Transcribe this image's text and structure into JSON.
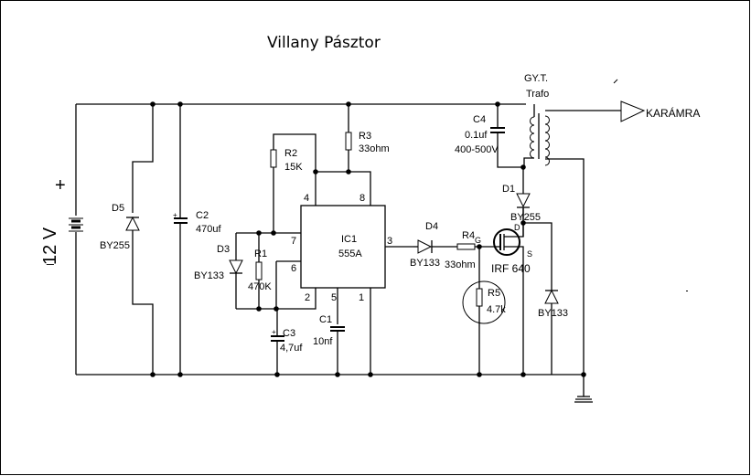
{
  "title": "Villany Pásztor",
  "supply": {
    "voltage_label": "12 V",
    "plus": "+",
    "minus": "−"
  },
  "components": {
    "D5": {
      "ref": "D5",
      "value": "BY255"
    },
    "C2": {
      "ref": "C2",
      "value": "470uf"
    },
    "R2": {
      "ref": "R2",
      "value": "15K"
    },
    "R3": {
      "ref": "R3",
      "value": "33ohm"
    },
    "D3": {
      "ref": "D3",
      "value": "BY133"
    },
    "R1": {
      "ref": "R1",
      "value": "470K"
    },
    "C3": {
      "ref": "C3",
      "value": "4,7uf"
    },
    "C1": {
      "ref": "C1",
      "value": "10nf"
    },
    "IC1": {
      "ref": "IC1",
      "value": "555A",
      "pins": {
        "p4": "4",
        "p8": "8",
        "p7": "7",
        "p6": "6",
        "p2": "2",
        "p5": "5",
        "p1": "1",
        "p3": "3"
      }
    },
    "D4": {
      "ref": "D4",
      "value": "BY133"
    },
    "R4": {
      "ref": "R4",
      "value": "33ohm"
    },
    "R5": {
      "ref": "R5",
      "value": "4.7k"
    },
    "Q1": {
      "value": "IRF 640",
      "gate": "G",
      "drain": "D",
      "source": "S"
    },
    "D1": {
      "ref": "D1",
      "value": "BY255"
    },
    "D2": {
      "value": "BY133"
    },
    "C4": {
      "ref": "C4",
      "value": "0.1uf",
      "rating": "400-500V"
    },
    "T1": {
      "name": "GY.T.",
      "type": "Trafo"
    }
  },
  "output": {
    "label": "KARÁMRA"
  }
}
